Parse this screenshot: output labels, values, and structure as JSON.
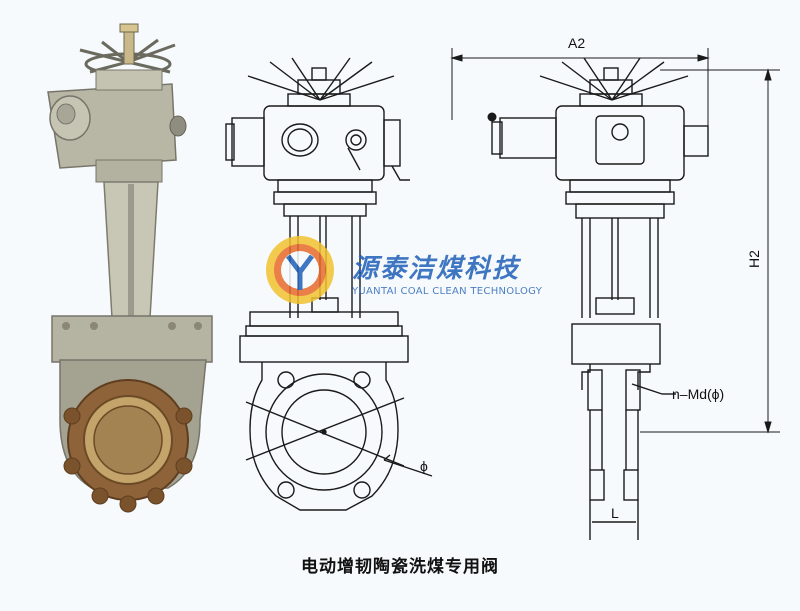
{
  "labels": {
    "a2": "A2",
    "h2": "H2",
    "bolt_spec": "n–Md(ϕ)",
    "phi": "ϕ",
    "l": "L"
  },
  "watermark": {
    "company_cn": "源泰洁煤科技",
    "company_en": "YUANTAI COAL CLEAN TECHNOLOGY"
  },
  "caption": "电动增韧陶瓷洗煤专用阀",
  "colors": {
    "line": "#1a1a1a",
    "watermark": "#1f5fb8",
    "photo_body": "#b9b7a6",
    "photo_flange": "#9a6a3a"
  }
}
